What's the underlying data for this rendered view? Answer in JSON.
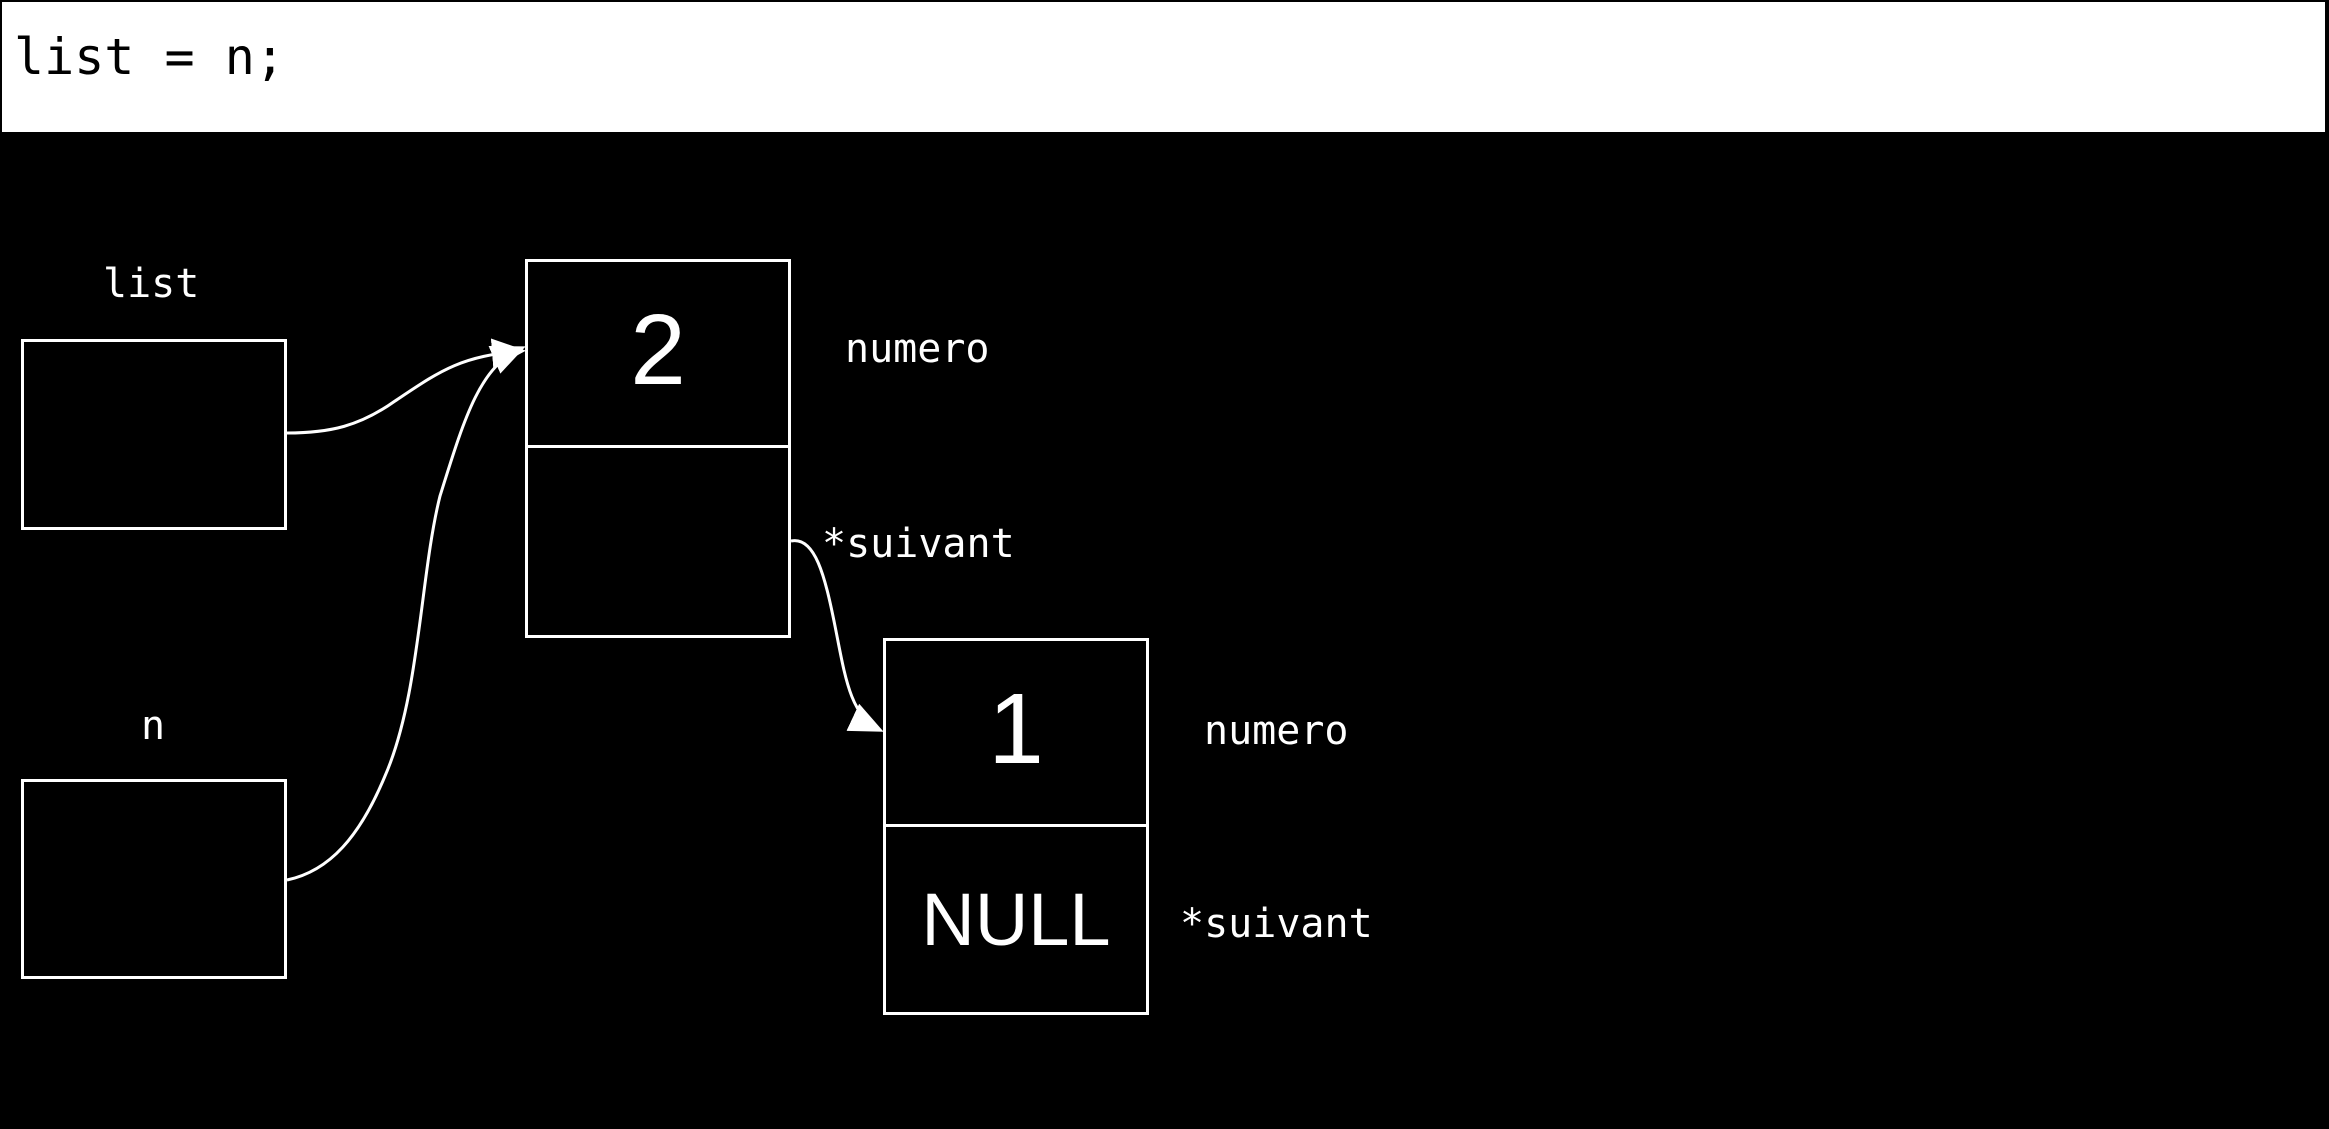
{
  "code": {
    "text": "list = n;"
  },
  "variables": [
    {
      "label": "list"
    },
    {
      "label": "n"
    }
  ],
  "nodes": [
    {
      "numero": "2",
      "suivant": "",
      "numero_label": "numero",
      "suivant_label": "*suivant"
    },
    {
      "numero": "1",
      "suivant": "NULL",
      "numero_label": "numero",
      "suivant_label": "*suivant"
    }
  ],
  "colors": {
    "background": "#000000",
    "foreground": "#ffffff",
    "code_bar": "#ffffff"
  }
}
